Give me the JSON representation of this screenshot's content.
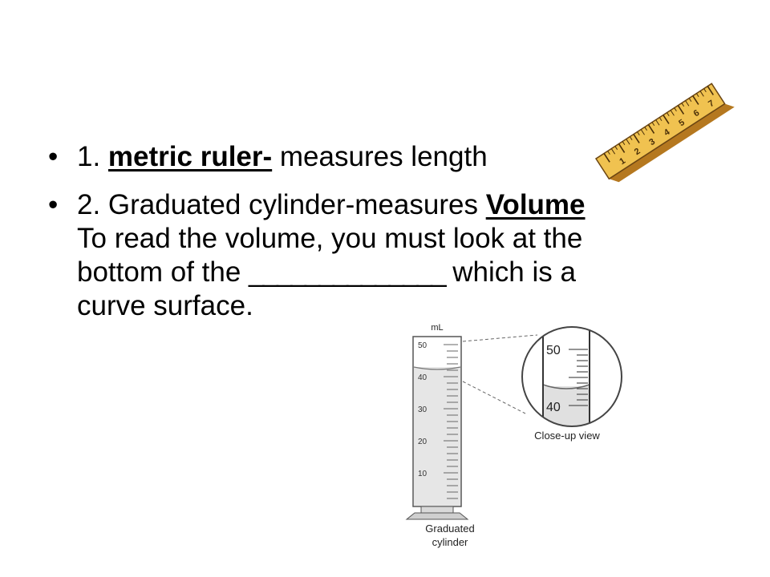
{
  "bullets": [
    {
      "prefix": "1. ",
      "term": "metric ruler-",
      "rest": " measures length"
    },
    {
      "line1_start": "2. Graduated cylinder-measures ",
      "term": "Volume",
      "line2": "To read the volume, you must look at the",
      "line3_start": "bottom of the ",
      "blank": "______________",
      "line3_end": " which is a",
      "line4": "curve surface."
    }
  ],
  "ruler": {
    "marks": [
      "1",
      "2",
      "3",
      "4",
      "5",
      "6",
      "7"
    ]
  },
  "cylinder": {
    "unit": "mL",
    "tick_labels": [
      "50",
      "40",
      "30",
      "20",
      "10"
    ],
    "liquid_level_ml": 43,
    "caption_line1": "Graduated",
    "caption_line2": "cylinder"
  },
  "closeup": {
    "upper_label": "50",
    "lower_label": "40",
    "caption": "Close-up view"
  }
}
